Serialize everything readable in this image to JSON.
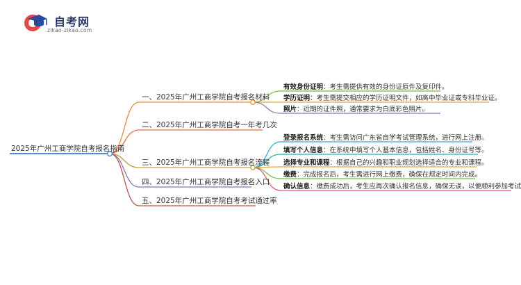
{
  "logo": {
    "name": "自考网",
    "url": "zikao-zikao.com"
  },
  "root": {
    "label": "2025年广州工商学院自考报名指南"
  },
  "branches": [
    {
      "id": "b1",
      "label": "一、2025年广州工商学院自考报名材料",
      "color": "#f08a2a",
      "children": [
        {
          "title": "有效身份证明",
          "text": "：考生需提供有效的身份证原件及复印件。",
          "color": "#7ab648"
        },
        {
          "title": "学历证明",
          "text": "：考生需提交相应的学历证明文件，如高中毕业证或专科毕业证。",
          "color": "#e8a33c"
        },
        {
          "title": "照片",
          "text": "：近期的证件照，通常要求为白底彩色照片。",
          "color": "#8e6fb8"
        }
      ]
    },
    {
      "id": "b2",
      "label": "二、2025年广州工商学院自考一年考几次",
      "color": "#e07040",
      "children": []
    },
    {
      "id": "b3",
      "label": "三、2025年广州工商学院自考报名流程",
      "color": "#b7a53a",
      "children": [
        {
          "title": "登录报名系统",
          "text": "：考生需访问广东省自学考试管理系统，进行网上注册。",
          "color": "#2aa7df"
        },
        {
          "title": "填写个人信息",
          "text": "：在系统中填写个人基本信息，包括姓名、身份证号等。",
          "color": "#22b0a0"
        },
        {
          "title": "选择专业和课程",
          "text": "：根据自己的兴趣和职业规划选择适合的专业和课程。",
          "color": "#e8a33c"
        },
        {
          "title": "缴费",
          "text": "：完成报名后，考生需进行网上缴费，确保在规定时间内完成。",
          "color": "#7ab648"
        },
        {
          "title": "确认信息",
          "text": "：缴费成功后，考生应再次确认报名信息，确保无误，以便顺利参加考试。",
          "color": "#e0506a"
        }
      ]
    },
    {
      "id": "b4",
      "label": "四、2025年广州工商学院自考报名入口",
      "color": "#8e6fb8",
      "children": []
    },
    {
      "id": "b5",
      "label": "五、2025年广州工商学院自考考试通过率",
      "color": "#c0504d",
      "children": []
    }
  ]
}
